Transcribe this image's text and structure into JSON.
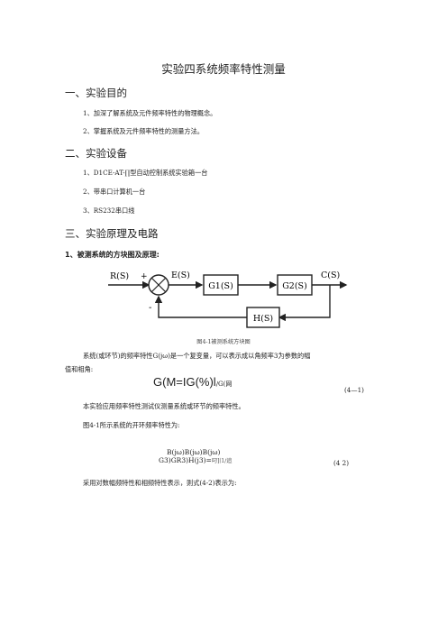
{
  "doc": {
    "title": "实验四系统频率特性测量",
    "sec1": {
      "heading": "一、实验目的",
      "items": [
        "1、加深了解系统及元件频率特性的物理概念。",
        "2、掌握系统及元件频率特性的测量方法。"
      ]
    },
    "sec2": {
      "heading": "二、实验设备",
      "items": [
        "1、D1CE-AT-∏型自动控制系统实验箱一台",
        "2、带串口计算机一台",
        "3、RS232串口线"
      ]
    },
    "sec3": {
      "heading": "三、实验原理及电路",
      "sub1": "1、被测系统的方块图及原理:",
      "diagram": {
        "rs": "R(S)",
        "plus": "+",
        "minus": "-",
        "es": "E(S)",
        "g1": "G1(S)",
        "g2": "G2(S)",
        "cs": "C(S)",
        "hs": "H(S)"
      },
      "caption": "图4-1被测系统方块图",
      "para1_line1": "系统(或环节)的频率特性G(jω)是一个复变量，可以表示成以角频率3为参数的幅",
      "para1_line2": "值和相角:",
      "eq1_main": "G(M=IG(%)l",
      "eq1_tail": "∕G(网",
      "eq1_num": "(4—1)",
      "para2": "本实验应用频率特性测试仪测量系统或环节的频率特性。",
      "para3": "图4-1所示系统的开环频率特性为:",
      "eq2_top": "B(jω)B(jω)B(jω)",
      "eq2_bottom": "G3)GR3)H(j3)=",
      "eq2_bottom_tail": "叼]∣1∕追",
      "eq2_num": "(4 2)",
      "para4": "采用对数幅频特性和相频特性表示，则式(4-2)表示为:"
    }
  }
}
